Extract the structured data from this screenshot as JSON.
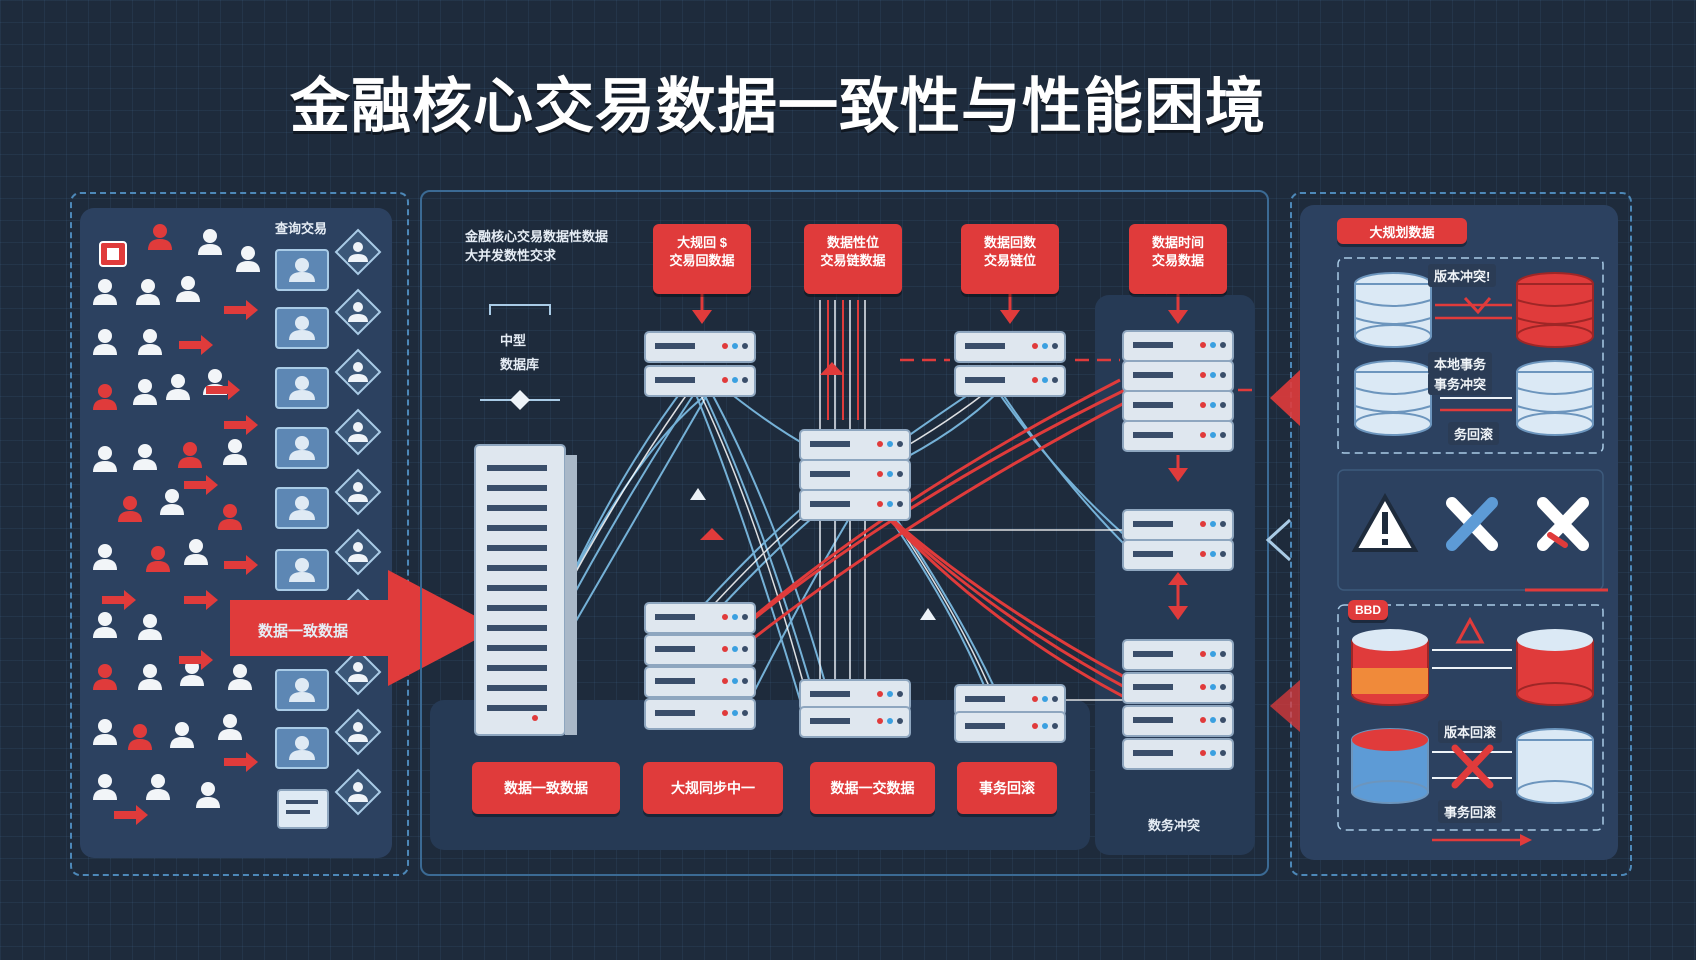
{
  "title": "金融核心交易数据一致性与性能困境",
  "left_panel": {
    "header": "查询交易",
    "big_arrow_label": "数据一致数据"
  },
  "center_panel": {
    "info_line1": "金融核心交易数据性数据",
    "info_line2": "大并发数性交求",
    "node_label1": "中型",
    "node_label2": "数据库",
    "callouts": [
      {
        "line1": "大规回 $",
        "line2": "交易回数据"
      },
      {
        "line1": "数据性位",
        "line2": "交易链数据"
      },
      {
        "line1": "数据回数",
        "line2": "交易链位"
      },
      {
        "line1": "数据时间",
        "line2": "交易数据"
      }
    ],
    "bottom_buttons": [
      "数据一致数据",
      "大规同步中一",
      "数据一交数据",
      "事务回滚"
    ],
    "bottom_right_label": "数务冲突"
  },
  "right_panel": {
    "header": "大规划数据",
    "label_version_conflict": "版本冲突!",
    "label_mid1": "本地事务",
    "label_mid2": "事务冲突",
    "label_rollback_top": "务回滚",
    "bottom_tag": "BBD",
    "label_version_rollback": "版本回滚",
    "label_tx_rollback": "事务回滚"
  },
  "colors": {
    "accent_red": "#e03b3b",
    "panel_blue": "#2c4160",
    "line_blue": "#7fc0e8",
    "background": "#1e2b3c"
  }
}
